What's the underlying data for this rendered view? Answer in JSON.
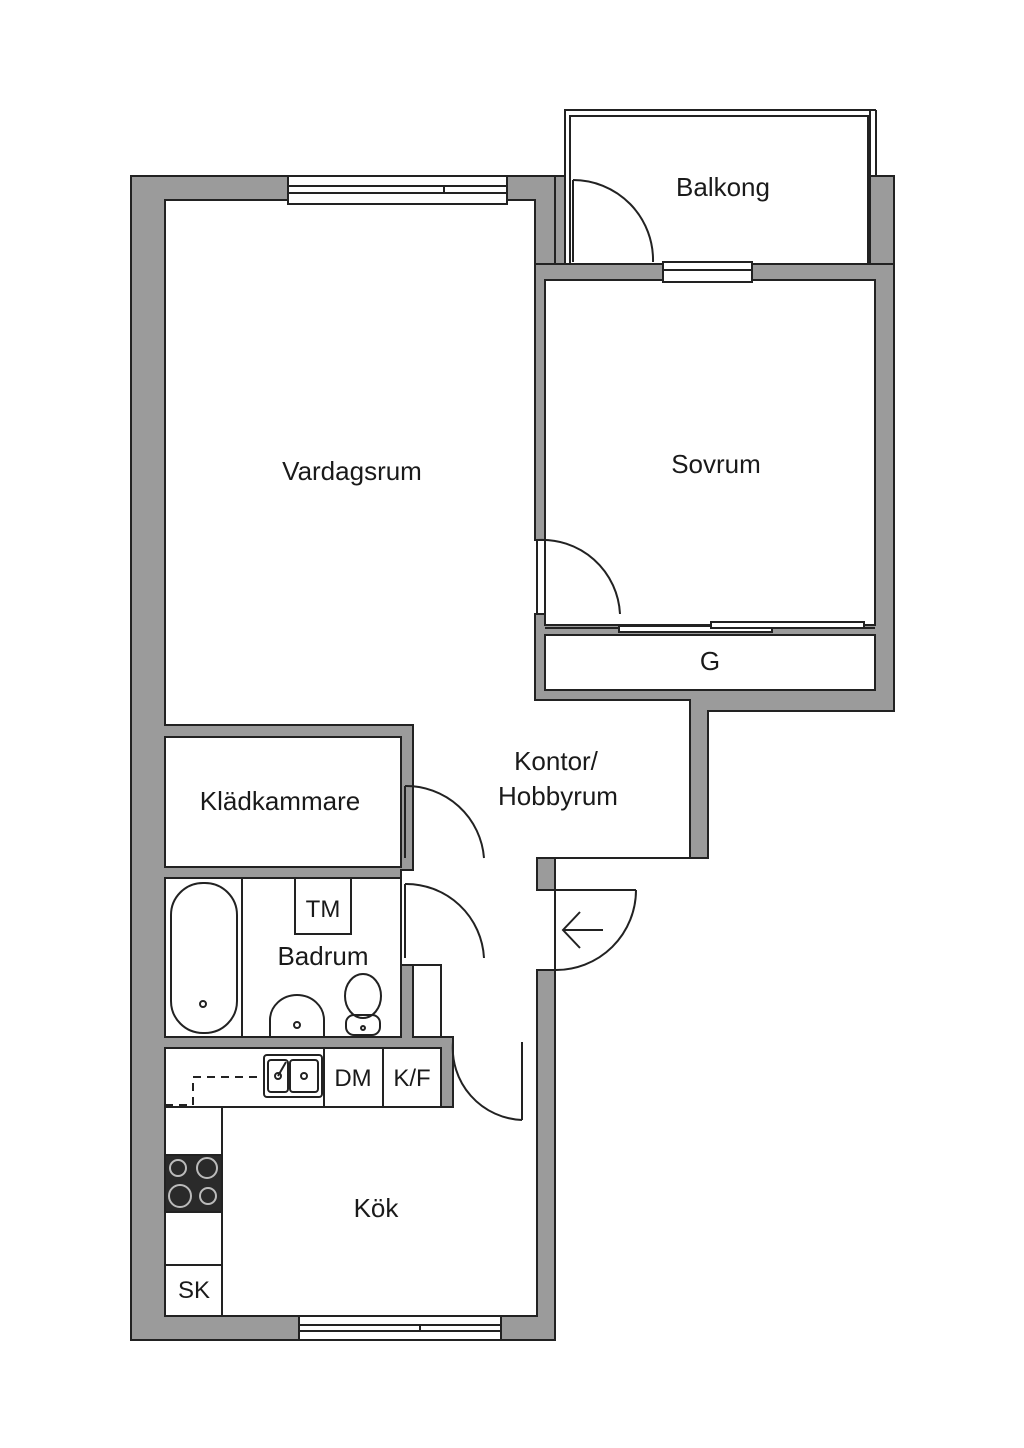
{
  "rooms": {
    "balkong": "Balkong",
    "vardagsrum": "Vardagsrum",
    "sovrum": "Sovrum",
    "garderob": "G",
    "kontor_line1": "Kontor/",
    "kontor_line2": "Hobbyrum",
    "kladkammare": "Klädkammare",
    "badrum": "Badrum",
    "kok": "Kök"
  },
  "fixtures": {
    "tvattmaskin": "TM",
    "diskmaskin": "DM",
    "kyl_frys": "K/F",
    "skap": "SK"
  },
  "icons": {
    "entrance": "arrow-left-icon",
    "stove": "stove-icon",
    "sink": "sink-icon",
    "toilet": "toilet-icon",
    "bathtub": "bathtub-icon",
    "washbasin": "washbasin-icon"
  },
  "colors": {
    "wall": "#9b9b9b",
    "line": "#222222",
    "floor": "#ffffff"
  }
}
